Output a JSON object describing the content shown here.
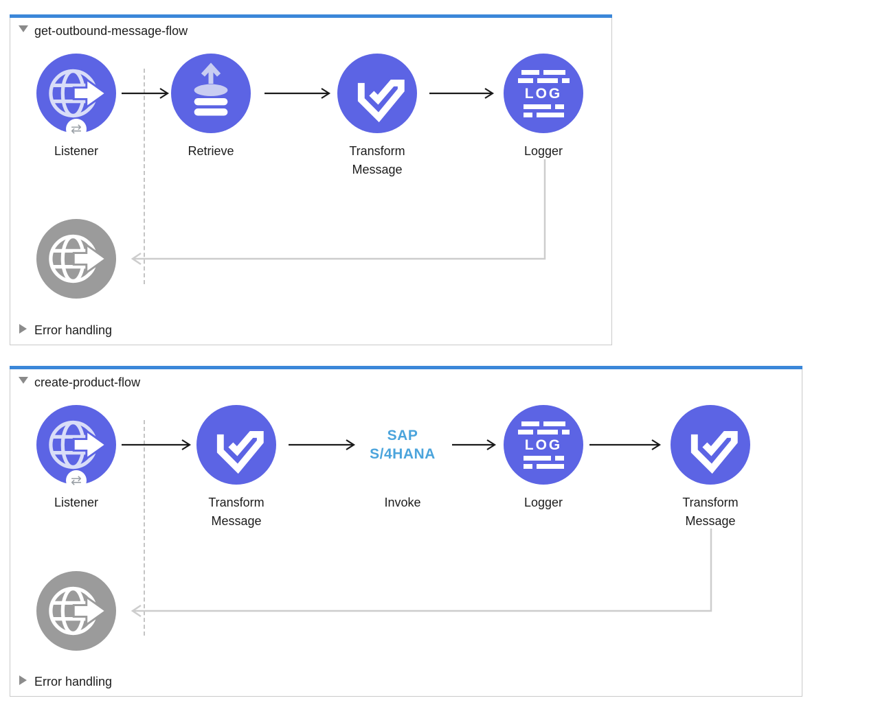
{
  "colors": {
    "accent_purple": "#5C64E4",
    "node_gray": "#9B9B9B",
    "selected_bar_blue": "#3B87D9",
    "sap_blue": "#4BA4DC",
    "container_border": "#C9C9C9",
    "return_line_gray": "#CDCDCD",
    "arrow_black": "#1A1A1A",
    "text_dark": "#1C1C1C",
    "globe_stroke_lavender": "#D9DDF8",
    "badge_glyph_gray": "#9AA0A6"
  },
  "icons": {
    "listener_badge_glyph": "⇄",
    "logger_icon_text": "LOG"
  },
  "sap_logo": {
    "line1": "SAP",
    "line2": "S/4HANA"
  },
  "flows": [
    {
      "title": "get-outbound-message-flow",
      "error_handling_label": "Error handling",
      "nodes": [
        {
          "type": "http-listener",
          "label": "Listener"
        },
        {
          "type": "retrieve",
          "label": "Retrieve"
        },
        {
          "type": "transform-message",
          "label": "Transform Message"
        },
        {
          "type": "logger",
          "label": "Logger"
        }
      ]
    },
    {
      "title": "create-product-flow",
      "error_handling_label": "Error handling",
      "nodes": [
        {
          "type": "http-listener",
          "label": "Listener"
        },
        {
          "type": "transform-message",
          "label": "Transform Message"
        },
        {
          "type": "sap-s4hana-invoke",
          "label": "Invoke"
        },
        {
          "type": "logger",
          "label": "Logger"
        },
        {
          "type": "transform-message",
          "label": "Transform Message"
        }
      ]
    }
  ]
}
